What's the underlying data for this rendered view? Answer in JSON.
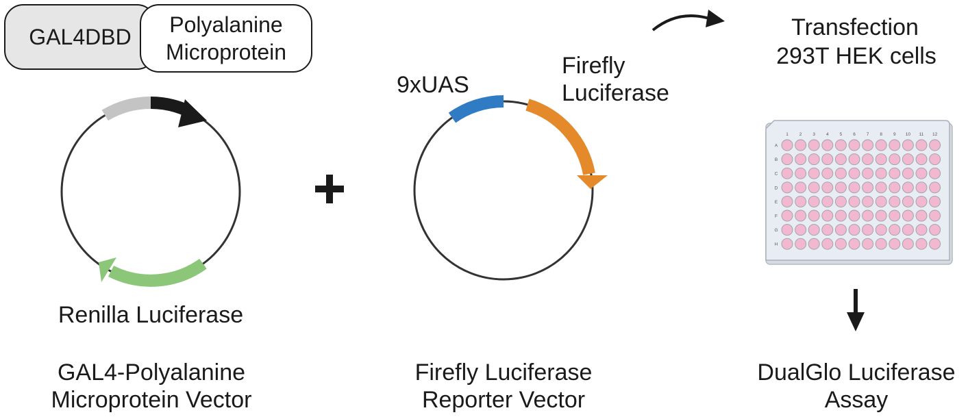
{
  "fusion": {
    "domain_label": "GAL4DBD",
    "microprotein_line1": "Polyalanine",
    "microprotein_line2": "Microprotein"
  },
  "vector1": {
    "gene_label": "Renilla Luciferase",
    "title_line1": "GAL4-Polyalanine",
    "title_line2": "Microprotein Vector"
  },
  "plus_sign": "+",
  "vector2": {
    "promoter_label": "9xUAS",
    "gene_line1": "Firefly",
    "gene_line2": "Luciferase",
    "title_line1": "Firefly Luciferase",
    "title_line2": "Reporter Vector"
  },
  "transfection": {
    "line1": "Transfection",
    "line2": "293T HEK cells"
  },
  "plate": {
    "columns": [
      "1",
      "2",
      "3",
      "4",
      "5",
      "6",
      "7",
      "8",
      "9",
      "10",
      "11",
      "12"
    ],
    "rows": [
      "A",
      "B",
      "C",
      "D",
      "E",
      "F",
      "G",
      "H"
    ],
    "well_color": "#f2b8cf",
    "plate_color": "#e8ecf3"
  },
  "assay": {
    "line1": "DualGlo Luciferase",
    "line2": "Assay"
  },
  "colors": {
    "gal4_segment": "#c4c4c4",
    "microprotein_segment": "#1a1a1a",
    "renilla": "#8cc679",
    "uas": "#2f7cc4",
    "firefly": "#e58a2b"
  }
}
